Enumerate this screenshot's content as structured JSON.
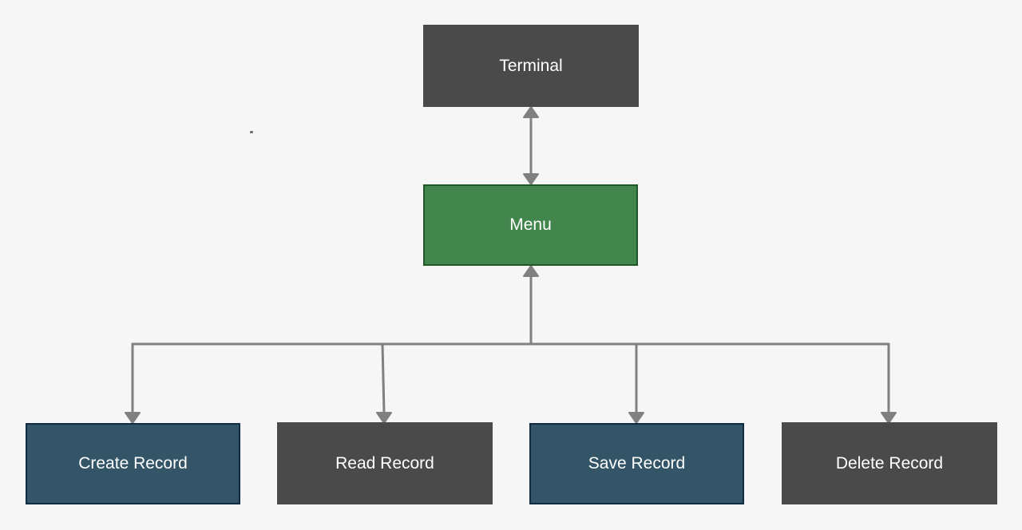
{
  "nodes": {
    "terminal": "Terminal",
    "menu": "Menu",
    "create": "Create Record",
    "read": "Read Record",
    "save": "Save Record",
    "delete": "Delete Record"
  },
  "colors": {
    "background": "#f6f6f6",
    "dark_node": "#4a4a4a",
    "menu_node": "#43864d",
    "blue_node": "#345567",
    "connector": "#808080"
  }
}
